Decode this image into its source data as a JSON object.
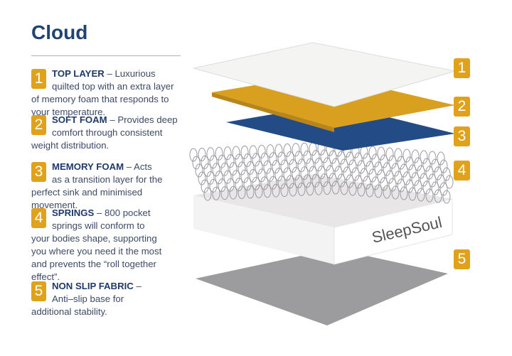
{
  "title": "Cloud",
  "items": [
    {
      "num": "1",
      "name": "TOP LAYER",
      "desc": " – Luxurious quilted top with an extra layer of memory foam that responds to your temperature."
    },
    {
      "num": "2",
      "name": "SOFT FOAM",
      "desc": " – Provides deep comfort through consistent weight distribution."
    },
    {
      "num": "3",
      "name": "MEMORY FOAM",
      "desc": " – Acts as a transition layer for the perfect sink and minimised movement."
    },
    {
      "num": "4",
      "name": "SPRINGS",
      "desc": " – 800 pocket springs will conform to your bodies shape, supporting you where you need it the most and prevents the “roll together effect”."
    },
    {
      "num": "5",
      "name": "NON SLIP FABRIC",
      "desc": " – Anti–slip base for additional stability."
    }
  ],
  "brand": "SleepSoul",
  "colors": {
    "badge": "#e0a21a",
    "title": "#1f4374",
    "orange": "#d9a020",
    "blue": "#234c86"
  }
}
